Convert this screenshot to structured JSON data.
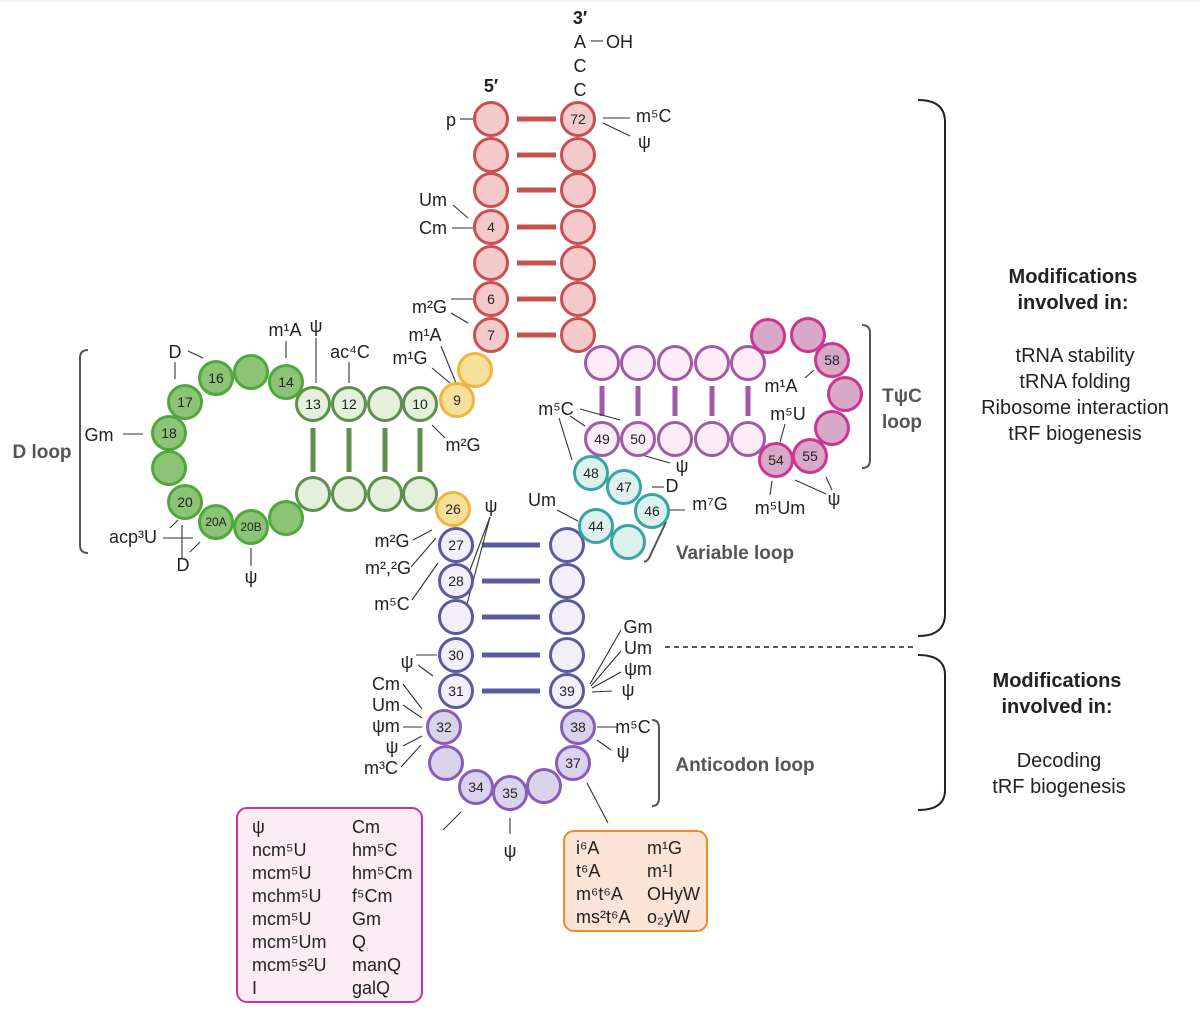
{
  "colors": {
    "acceptor_stem": {
      "stroke": "#c9504f",
      "fill": "#f4c9c9"
    },
    "junction": {
      "stroke": "#f0b53c",
      "fill": "#f7e09a"
    },
    "d_stem": {
      "stroke": "#5f8f4f",
      "fill": "#e4efdc"
    },
    "d_loop": {
      "stroke": "#4fa93a",
      "fill": "#8dc377"
    },
    "anticodon_stem": {
      "stroke": "#5a5aa0",
      "fill": "#f3eff8"
    },
    "anticodon_loop": {
      "stroke": "#8a5cb8",
      "fill": "#d9d3ec"
    },
    "variable_loop": {
      "stroke": "#3aa3a3",
      "fill": "#dcf0ee"
    },
    "t_stem": {
      "stroke": "#a05aa8",
      "fill": "#fcecf6"
    },
    "t_loop": {
      "stroke": "#cc3592",
      "fill": "#d8a8c8"
    },
    "wobble_box": {
      "stroke": "#cc3592",
      "fill": "#fcedf4"
    },
    "pos37_box": {
      "stroke": "#f08a24",
      "fill": "#fbe3d8"
    }
  },
  "ends": {
    "five_prime": "5′",
    "three_prime": "3′",
    "cca": [
      "A",
      "C",
      "C"
    ],
    "oh": "OH"
  },
  "nucleotides": [
    "72",
    "4",
    "6",
    "7",
    "9",
    "10",
    "12",
    "13",
    "14",
    "16",
    "17",
    "18",
    "20",
    "20A",
    "20B",
    "26",
    "27",
    "28",
    "30",
    "31",
    "32",
    "34",
    "35",
    "37",
    "38",
    "39",
    "44",
    "46",
    "47",
    "48",
    "49",
    "50",
    "54",
    "55",
    "58"
  ],
  "mods": [
    "p",
    "Um",
    "Cm",
    "m²G",
    "m⁵C",
    "ψ",
    "m¹A",
    "m¹G",
    "m²G",
    "ac⁴C",
    "m¹A",
    "ψ",
    "D",
    "Gm",
    "acp³U",
    "D",
    "ψ",
    "ψ",
    "m²G",
    "m²,²G",
    "m⁵C",
    "ψ",
    "Cm",
    "Um",
    "ψm",
    "ψ",
    "m³C",
    "Gm",
    "Um",
    "ψm",
    "ψ",
    "m⁵C",
    "ψ",
    "ψ",
    "Um",
    "D",
    "m⁷G",
    "m⁵C",
    "ψ",
    "m¹A",
    "m⁵U",
    "m⁵Um",
    "ψ"
  ],
  "regions": {
    "d_loop": "D loop",
    "t_loop": [
      "TψC",
      "loop"
    ],
    "variable_loop": "Variable loop",
    "anticodon_loop": "Anticodon loop"
  },
  "wobble_box": {
    "col1": [
      "ψ",
      "ncm⁵U",
      "mcm⁵U",
      "mchm⁵U",
      "mcm⁵U",
      "mcm⁵Um",
      "mcm⁵s²U",
      "I"
    ],
    "col2": [
      "Cm",
      "hm⁵C",
      "hm⁵Cm",
      "f⁵Cm",
      "Gm",
      "Q",
      "manQ",
      "galQ"
    ]
  },
  "pos37_box": {
    "col1": [
      "i⁶A",
      "t⁶A",
      "m⁶t⁶A",
      "ms²t⁶A"
    ],
    "col2": [
      "m¹G",
      "m¹I",
      "OHyW",
      "o₂yW"
    ]
  },
  "side_top": {
    "title": [
      "Modifications",
      "involved in:"
    ],
    "items": [
      "tRNA stability",
      "tRNA folding",
      "Ribosome interaction",
      "tRF biogenesis"
    ]
  },
  "side_bottom": {
    "title": [
      "Modifications",
      "involved in:"
    ],
    "items": [
      "Decoding",
      "tRF biogenesis"
    ]
  }
}
